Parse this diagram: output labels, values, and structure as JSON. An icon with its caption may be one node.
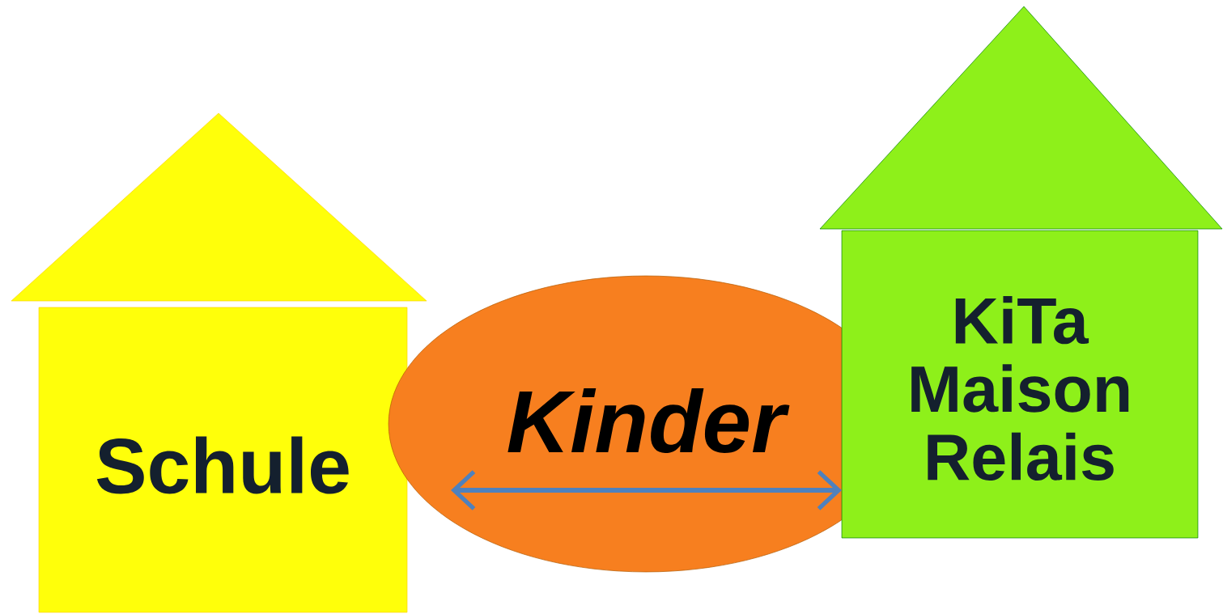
{
  "diagram": {
    "nodes": [
      {
        "text": [
          "Schule"
        ]
      },
      {
        "text": [
          "Kinder"
        ]
      },
      {
        "text": [
          "KiTa Maison Relais"
        ]
      }
    ]
  }
}
